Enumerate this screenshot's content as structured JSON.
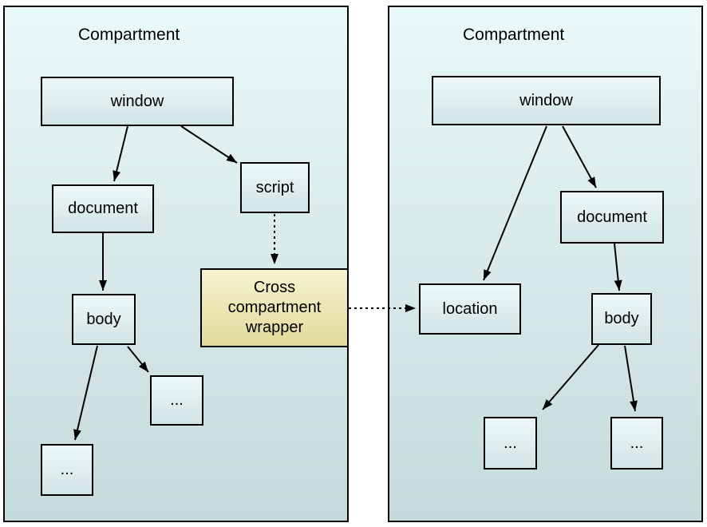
{
  "left": {
    "title": "Compartment",
    "window": "window",
    "document": "document",
    "script": "script",
    "body": "body",
    "ellipsis_child": "...",
    "ellipsis_grandchild": "...",
    "wrapper": "Cross compartment wrapper"
  },
  "right": {
    "title": "Compartment",
    "window": "window",
    "document": "document",
    "location": "location",
    "body": "body",
    "ellipsis_left": "...",
    "ellipsis_right": "..."
  },
  "edges": [
    {
      "from": "left.window",
      "to": "left.document",
      "style": "solid"
    },
    {
      "from": "left.window",
      "to": "left.script",
      "style": "solid"
    },
    {
      "from": "left.document",
      "to": "left.body",
      "style": "solid"
    },
    {
      "from": "left.body",
      "to": "left.ellipsis_grandchild",
      "style": "solid"
    },
    {
      "from": "left.body",
      "to": "left.ellipsis_child",
      "style": "solid"
    },
    {
      "from": "left.script",
      "to": "left.wrapper",
      "style": "dashed"
    },
    {
      "from": "left.wrapper",
      "to": "right.location",
      "style": "dashed"
    },
    {
      "from": "right.window",
      "to": "right.location",
      "style": "solid"
    },
    {
      "from": "right.window",
      "to": "right.document",
      "style": "solid"
    },
    {
      "from": "right.document",
      "to": "right.body",
      "style": "solid"
    },
    {
      "from": "right.body",
      "to": "right.ellipsis_left",
      "style": "solid"
    },
    {
      "from": "right.body",
      "to": "right.ellipsis_right",
      "style": "solid"
    }
  ],
  "colors": {
    "compartment_gradient_top": "#e9f8f9",
    "compartment_gradient_bottom": "#c6dadb",
    "node_gradient_top": "#ecf8f9",
    "node_gradient_bottom": "#d2e4e6",
    "wrapper_gradient_top": "#f7f3d0",
    "wrapper_gradient_bottom": "#e2da9b",
    "border": "#000000",
    "arrow": "#000000",
    "text": "#000000",
    "page_background": "#ffffff"
  }
}
